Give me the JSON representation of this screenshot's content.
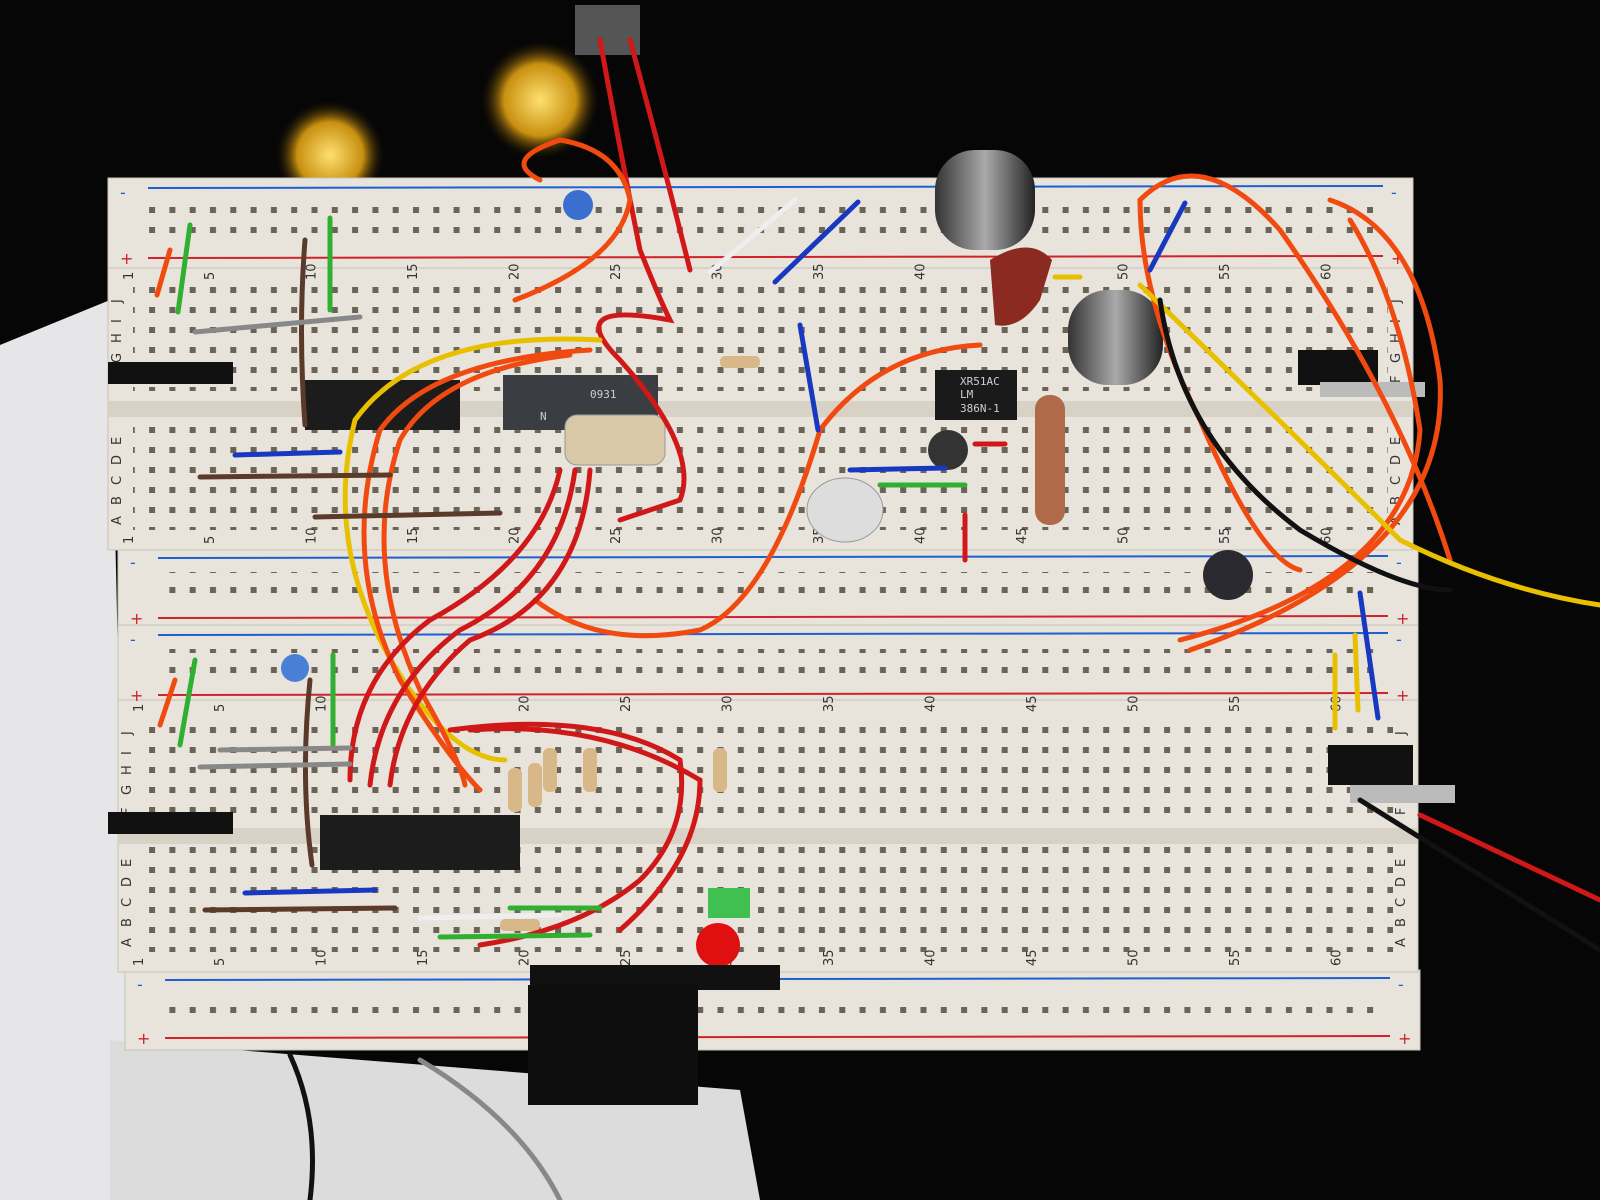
{
  "breadboard": {
    "column_numbers": [
      "1",
      "5",
      "10",
      "15",
      "20",
      "25",
      "30",
      "35",
      "40",
      "45",
      "50",
      "55",
      "60"
    ],
    "rows_upper": [
      "J",
      "I",
      "H",
      "G",
      "F"
    ],
    "rows_lower": [
      "E",
      "D",
      "C",
      "B",
      "A"
    ],
    "rail_plus": "+",
    "rail_minus": "-"
  },
  "components": {
    "amp_chip": {
      "line1": "XR51AC",
      "line2": "LM",
      "line3": "386N-1"
    },
    "upper_chip": {
      "line1": "0931",
      "line2": "N"
    }
  },
  "colors": {
    "board": "#e8e4dc",
    "red_line": "#d2222a",
    "blue_line": "#1f5fd0",
    "wire_red": "#d01818",
    "wire_orange": "#f04a10",
    "wire_yellow": "#e8c000",
    "wire_green": "#30b030",
    "wire_blue": "#1838c0"
  }
}
